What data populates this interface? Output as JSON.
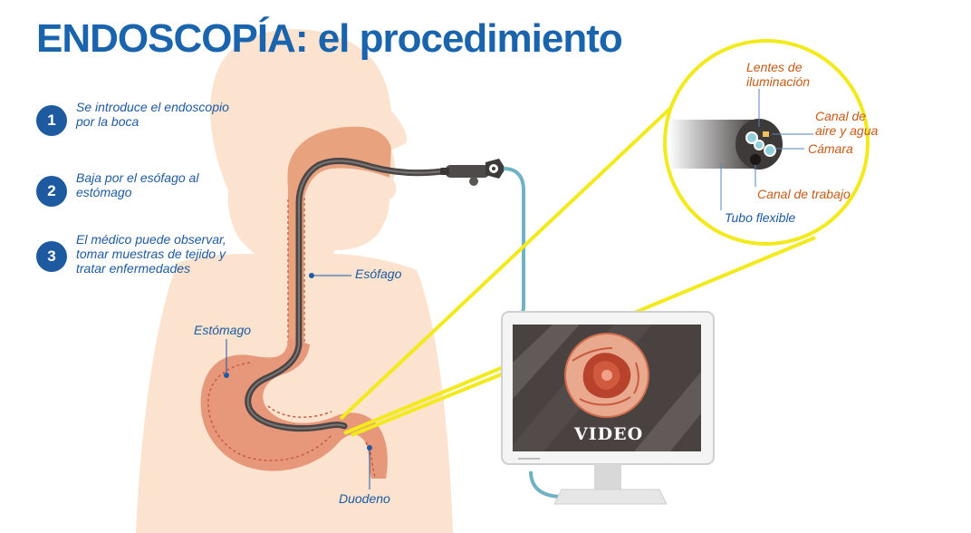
{
  "title": "ENDOSCOPÍA: el procedimiento",
  "steps": [
    {
      "number": "1",
      "text": "Se introduce el endoscopio por la boca"
    },
    {
      "number": "2",
      "text": "Baja por el esófago al estómago"
    },
    {
      "number": "3",
      "text": "El médico puede observar, tomar muestras de tejido y tratar enfermedades"
    }
  ],
  "anatomy_labels": {
    "esophagus": "Esófago",
    "stomach": "Estómago",
    "duodenum": "Duodeno"
  },
  "tip_labels": {
    "lights": "Lentes de iluminación",
    "air_water": "Canal de aire y agua",
    "camera": "Cámara",
    "working_channel": "Canal de trabajo",
    "flexible_tube": "Tubo flexible"
  },
  "monitor": {
    "screen_text": "VIDEO"
  },
  "colors": {
    "title": "#1a64ad",
    "label_blue": "#1e5aa0",
    "label_orange": "#c65a14",
    "body": "#fbe3cf",
    "callout": "#f2ea1c"
  }
}
